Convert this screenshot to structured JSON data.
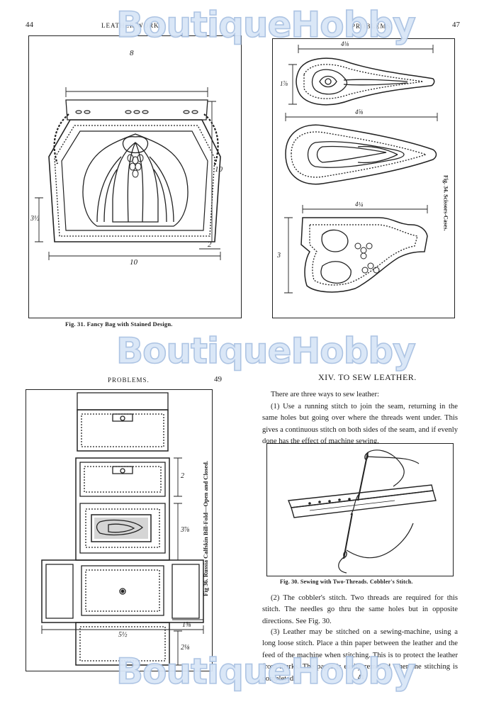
{
  "page1": {
    "page_number": "44",
    "running_head": "LEATHER WORK.",
    "figure_caption": "Fig. 31.   Fancy Bag with Stained Design.",
    "dims": {
      "top": "8",
      "right": "10",
      "left": "3½",
      "bottom": "10",
      "corner": "2"
    }
  },
  "page2": {
    "page_number": "47",
    "running_head": "PROBLEMS.",
    "figure_caption": "Fig. 34.  Scissors-Cases.",
    "dims": {
      "case1_width": "4⅛",
      "case1_height": "1⅞",
      "case2_width": "4⅝",
      "case3_width": "4¼",
      "case3_height": "3"
    }
  },
  "page3": {
    "page_number": "49",
    "running_head": "PROBLEMS.",
    "figure_caption": "Fig 36.   Russia Calfskin Bill-Fold—Open and Closed.",
    "dims": {
      "d1": "2",
      "d2": "3⅞",
      "d3": "5½",
      "d4": "2⅛",
      "d5": "1⅝"
    }
  },
  "page4": {
    "heading": "XIV. TO SEW LEATHER.",
    "intro": "There are three ways to sew leather:",
    "p1": "(1) Use a running stitch to join the seam, returning in the same holes but going over where the threads went under. This gives a continuous stitch on both sides of the seam, and if evenly done has the effect of machine sewing.",
    "figure_caption": "Fig. 30.  Sewing with Two-Threads.  Cobbler's Stitch.",
    "p2": "(2) The cobbler's stitch. Two threads are required for this stitch. The needles go thru the same holes but in opposite directions. See Fig. 30.",
    "p3": "(3) Leather may be stitched on a sewing-machine, using a long loose stitch. Place a thin paper between the leather and the feed of the machine when stitching. This is to protect the leather from marks. The paper is easily removed when the stitching is completed.",
    "page_number": "41"
  },
  "watermark": {
    "text": "BoutiqueHobby",
    "color": "#a9c1e2"
  }
}
